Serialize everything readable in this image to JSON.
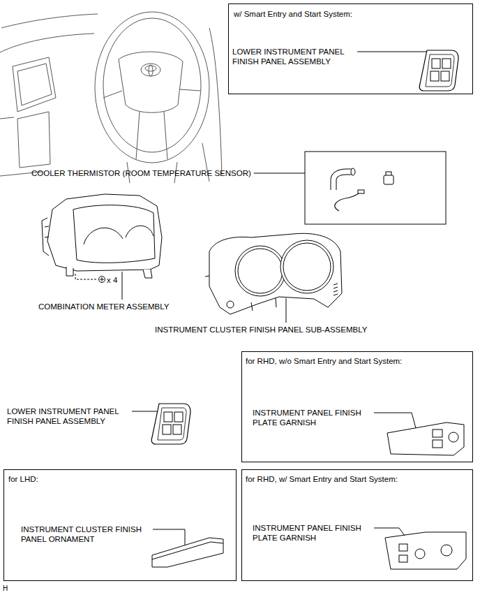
{
  "diagram": {
    "nodes": [
      {
        "text": [
          "w/ Smart Entry and Start System:",
          "LOWER INSTRUMENT PANEL FINISH PANEL ASSEMBLY"
        ]
      },
      {
        "text": [
          "for RHD, w/o Smart Entry and Start System:",
          "INSTRUMENT PANEL FINISH PLATE GARNISH"
        ]
      },
      {
        "text": [
          "for LHD:",
          "INSTRUMENT CLUSTER FINISH PANEL ORNAMENT"
        ]
      },
      {
        "text": [
          "for RHD, w/ Smart Entry and Start System:",
          "INSTRUMENT PANEL FINISH PLATE GARNISH"
        ]
      }
    ],
    "labels": [
      "COOLER THERMISTOR (ROOM TEMPERATURE SENSOR)",
      "x 4",
      "COMBINATION METER ASSEMBLY",
      "INSTRUMENT CLUSTER FINISH PANEL SUB-ASSEMBLY",
      "LOWER INSTRUMENT PANEL FINISH PANEL ASSEMBLY",
      "H"
    ]
  }
}
